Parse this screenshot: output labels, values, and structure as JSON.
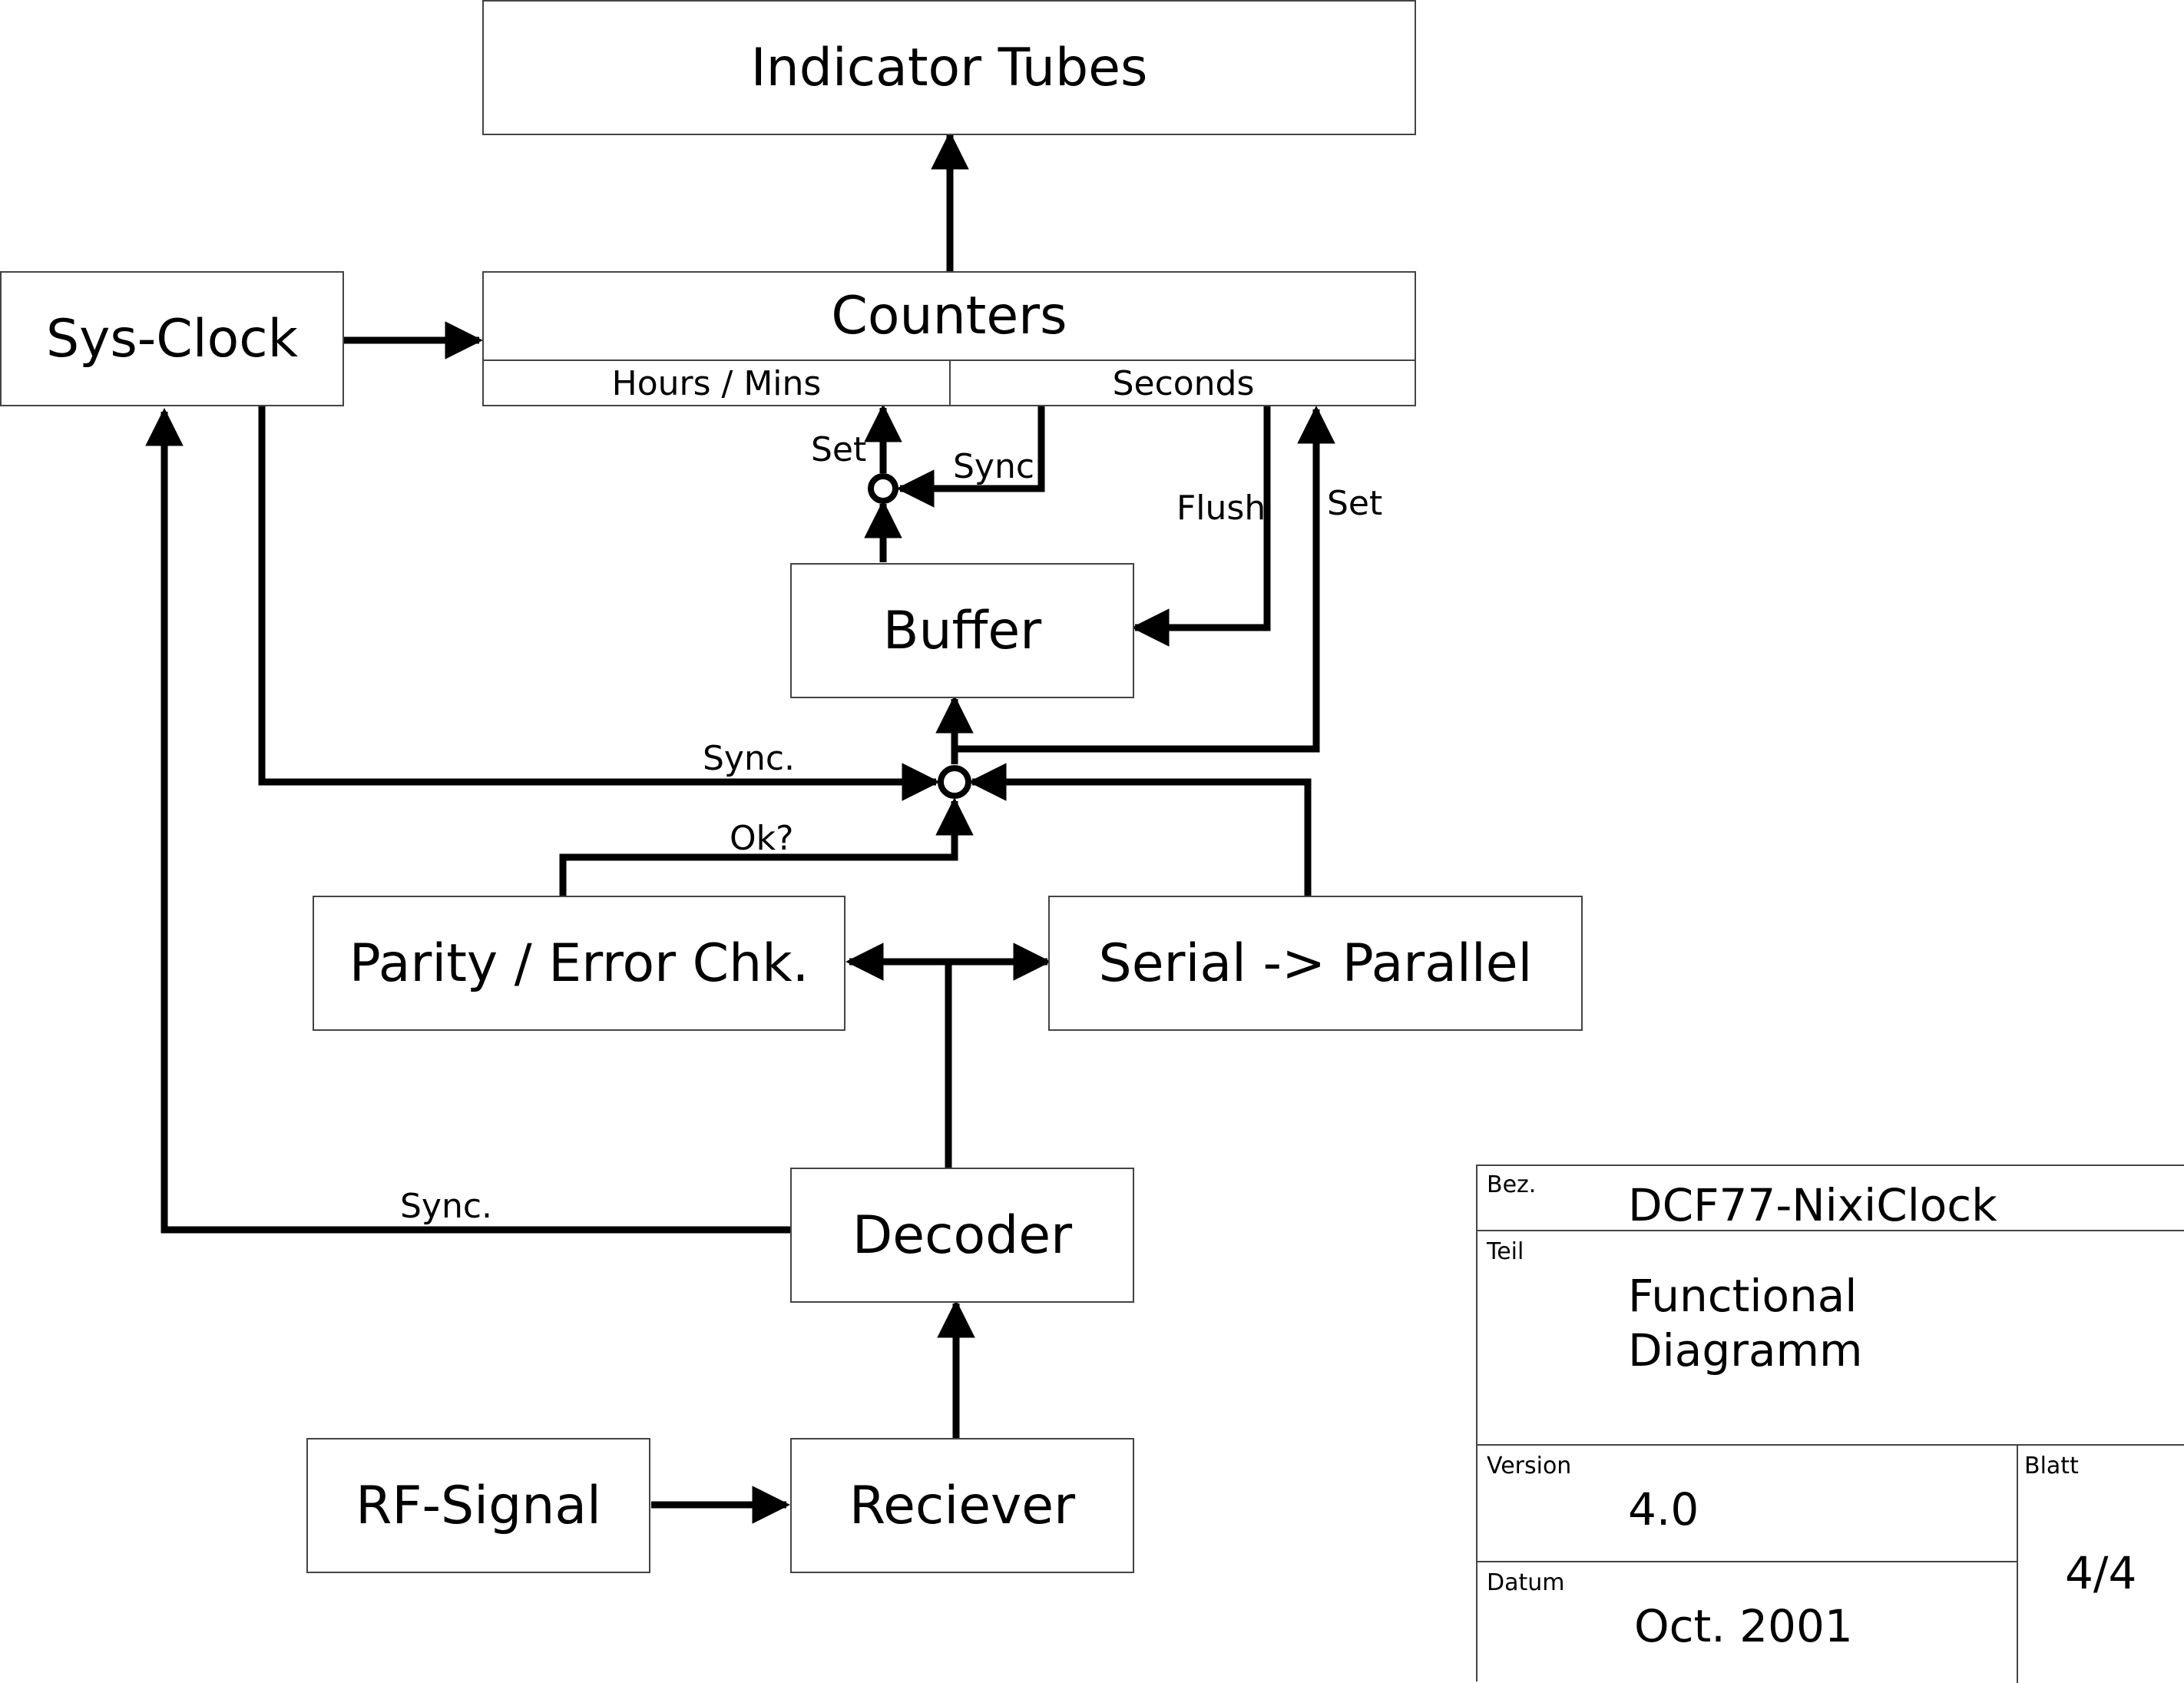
{
  "blocks": {
    "indicator_tubes": "Indicator Tubes",
    "counters": "Counters",
    "hours_mins": "Hours / Mins",
    "seconds": "Seconds",
    "sys_clock": "Sys-Clock",
    "buffer": "Buffer",
    "parity": "Parity / Error Chk.",
    "serial_parallel": "Serial -> Parallel",
    "decoder": "Decoder",
    "rf_signal": "RF-Signal",
    "receiver": "Reciever"
  },
  "edge_labels": {
    "set_left": "Set",
    "sync_counters": "Sync.",
    "flush": "Flush",
    "set_right": "Set",
    "sync_clock": "Sync.",
    "ok": "Ok?",
    "sync_decoder": "Sync."
  },
  "title_block": {
    "bez_label": "Bez.",
    "bez_value": "DCF77-NixiClock",
    "teil_label": "Teil",
    "teil_value": "Functional\nDiagramm",
    "version_label": "Version",
    "version_value": "4.0",
    "blatt_label": "Blatt",
    "blatt_value": "4/4",
    "datum_label": "Datum",
    "datum_value": "Oct. 2001"
  }
}
